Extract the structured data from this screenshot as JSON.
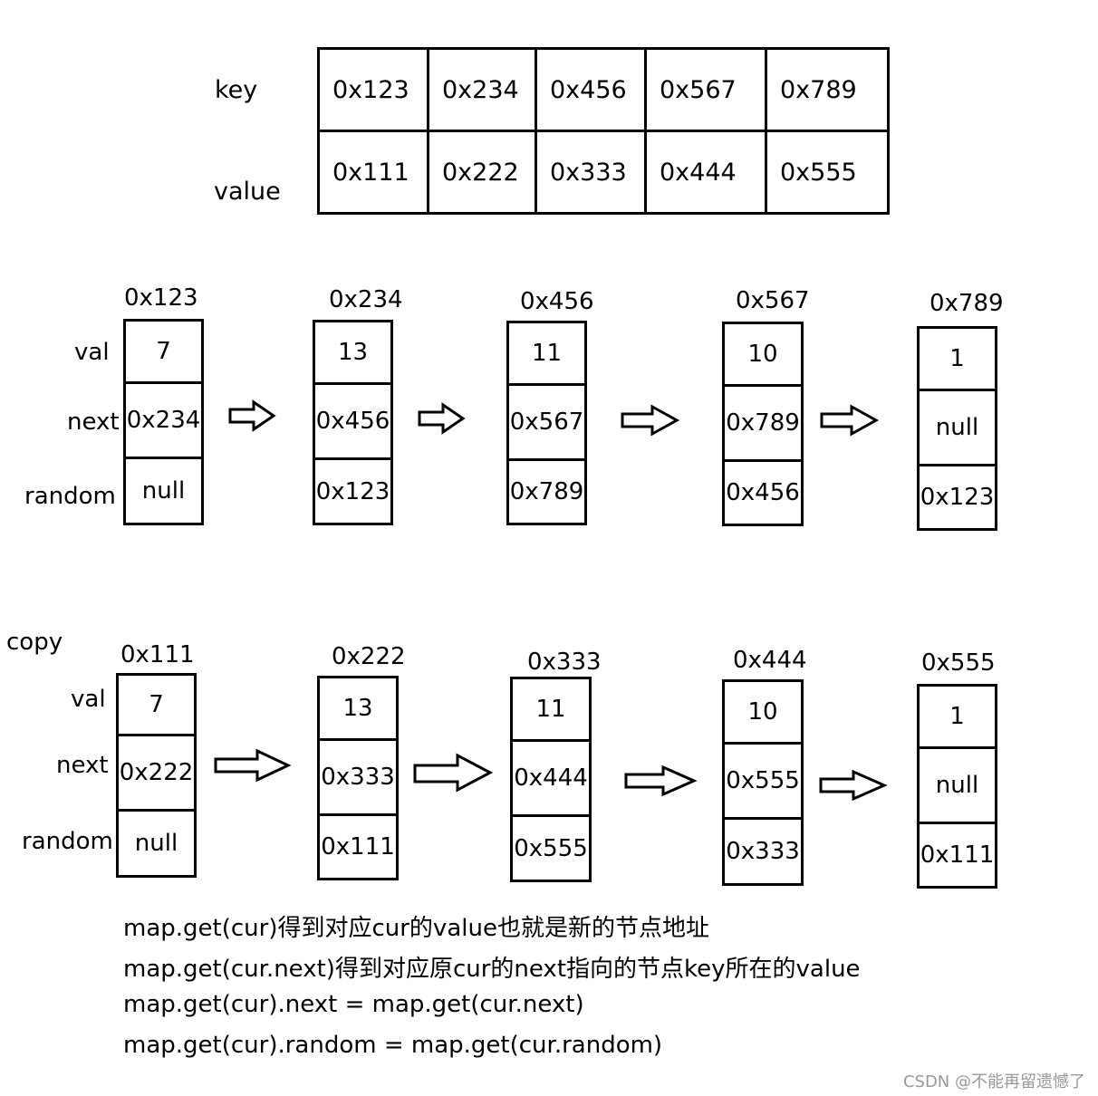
{
  "map_table": {
    "key_label": "key",
    "value_label": "value",
    "keys": [
      "0x123",
      "0x234",
      "0x456",
      "0x567",
      "0x789"
    ],
    "values": [
      "0x111",
      "0x222",
      "0x333",
      "0x444",
      "0x555"
    ]
  },
  "field_labels": {
    "val": "val",
    "next": "next",
    "random": "random"
  },
  "original_list": {
    "nodes": [
      {
        "address": "0x123",
        "val": "7",
        "next": "0x234",
        "random": "null"
      },
      {
        "address": "0x234",
        "val": "13",
        "next": "0x456",
        "random": "0x123"
      },
      {
        "address": "0x456",
        "val": "11",
        "next": "0x567",
        "random": "0x789"
      },
      {
        "address": "0x567",
        "val": "10",
        "next": "0x789",
        "random": "0x456"
      },
      {
        "address": "0x789",
        "val": "1",
        "next": "null",
        "random": "0x123"
      }
    ]
  },
  "copy_list": {
    "label": "copy",
    "nodes": [
      {
        "address": "0x111",
        "val": "7",
        "next": "0x222",
        "random": "null"
      },
      {
        "address": "0x222",
        "val": "13",
        "next": "0x333",
        "random": "0x111"
      },
      {
        "address": "0x333",
        "val": "11",
        "next": "0x444",
        "random": "0x555"
      },
      {
        "address": "0x444",
        "val": "10",
        "next": "0x555",
        "random": "0x333"
      },
      {
        "address": "0x555",
        "val": "1",
        "next": "null",
        "random": "0x111"
      }
    ]
  },
  "notes": [
    "map.get(cur)得到对应cur的value也就是新的节点地址",
    "map.get(cur.next)得到对应原cur的next指向的节点key所在的value",
    "map.get(cur).next = map.get(cur.next)",
    "map.get(cur).random = map.get(cur.random)"
  ],
  "watermark": "CSDN @不能再留遗憾了"
}
